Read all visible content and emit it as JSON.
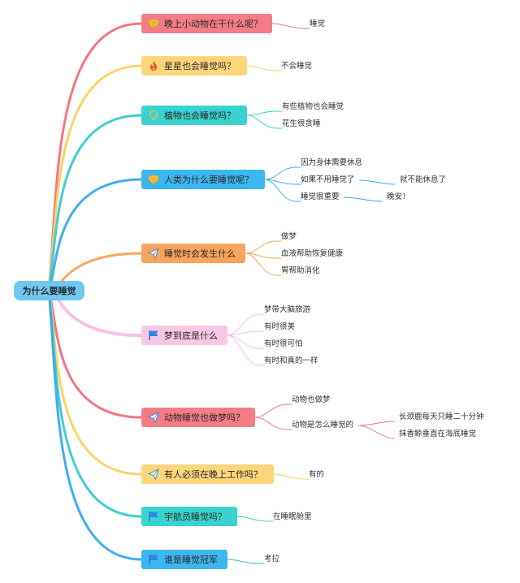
{
  "root": {
    "label": "为什么要睡觉"
  },
  "topics": [
    {
      "label": "晚上小动物在干什么呢？",
      "color": "#f47c86",
      "line": "#f26f7b",
      "icon": "gem-icon",
      "children": [
        {
          "label": "睡觉"
        }
      ]
    },
    {
      "label": "星星也会睡觉吗？",
      "color": "#fdd67a",
      "line": "#fbd15f",
      "icon": "fire-icon",
      "children": [
        {
          "label": "不会睡觉"
        }
      ]
    },
    {
      "label": "植物也会睡觉吗？",
      "color": "#39d2cf",
      "line": "#35cbd0",
      "icon": "bulb-icon",
      "children": [
        {
          "label": "有些植物也会睡觉"
        },
        {
          "label": "花生很贪睡"
        }
      ]
    },
    {
      "label": "人类为什么要睡觉呢？",
      "color": "#3bb6f1",
      "line": "#36aaf0",
      "icon": "gem-icon",
      "children": [
        {
          "label": "因为身体需要休息"
        },
        {
          "label": "如果不用睡觉了",
          "children": [
            {
              "label": "就不能休息了"
            }
          ]
        },
        {
          "label": "睡觉很重要",
          "children": [
            {
              "label": "晚安！"
            }
          ]
        }
      ]
    },
    {
      "label": "睡觉时会发生什么",
      "color": "#f9a45d",
      "line": "#f6a253",
      "icon": "paper-plane-icon",
      "children": [
        {
          "label": "做梦"
        },
        {
          "label": "血液帮助恢复健康"
        },
        {
          "label": "胃帮助消化"
        }
      ]
    },
    {
      "label": "梦到底是什么",
      "color": "#f8c7e6",
      "line": "#f8bfe2",
      "icon": "flag-icon",
      "children": [
        {
          "label": "梦带大脑旅游"
        },
        {
          "label": "有时很美"
        },
        {
          "label": "有时很可怕"
        },
        {
          "label": "有时和真的一样"
        }
      ]
    },
    {
      "label": "动物睡觉也做梦吗？",
      "color": "#f47c86",
      "line": "#f26f7b",
      "icon": "paper-plane-icon",
      "children": [
        {
          "label": "动物也做梦"
        },
        {
          "label": "动物是怎么睡觉的",
          "children": [
            {
              "label": "长颈鹿每天只睡二十分钟"
            },
            {
              "label": "抹香鲸垂直在海底睡觉"
            }
          ]
        }
      ]
    },
    {
      "label": "有人必须在晚上工作吗？",
      "color": "#fdd67a",
      "line": "#fbd15f",
      "icon": "paper-plane-icon",
      "children": [
        {
          "label": "有的"
        }
      ]
    },
    {
      "label": "宇航员睡觉吗？",
      "color": "#39d2cf",
      "line": "#35cbd0",
      "icon": "flag-icon",
      "children": [
        {
          "label": "在睡眠舱里"
        }
      ]
    },
    {
      "label": "谁是睡觉冠军",
      "color": "#3bb6f1",
      "line": "#36aaf0",
      "icon": "flag-icon",
      "children": [
        {
          "label": "考拉"
        }
      ]
    }
  ]
}
